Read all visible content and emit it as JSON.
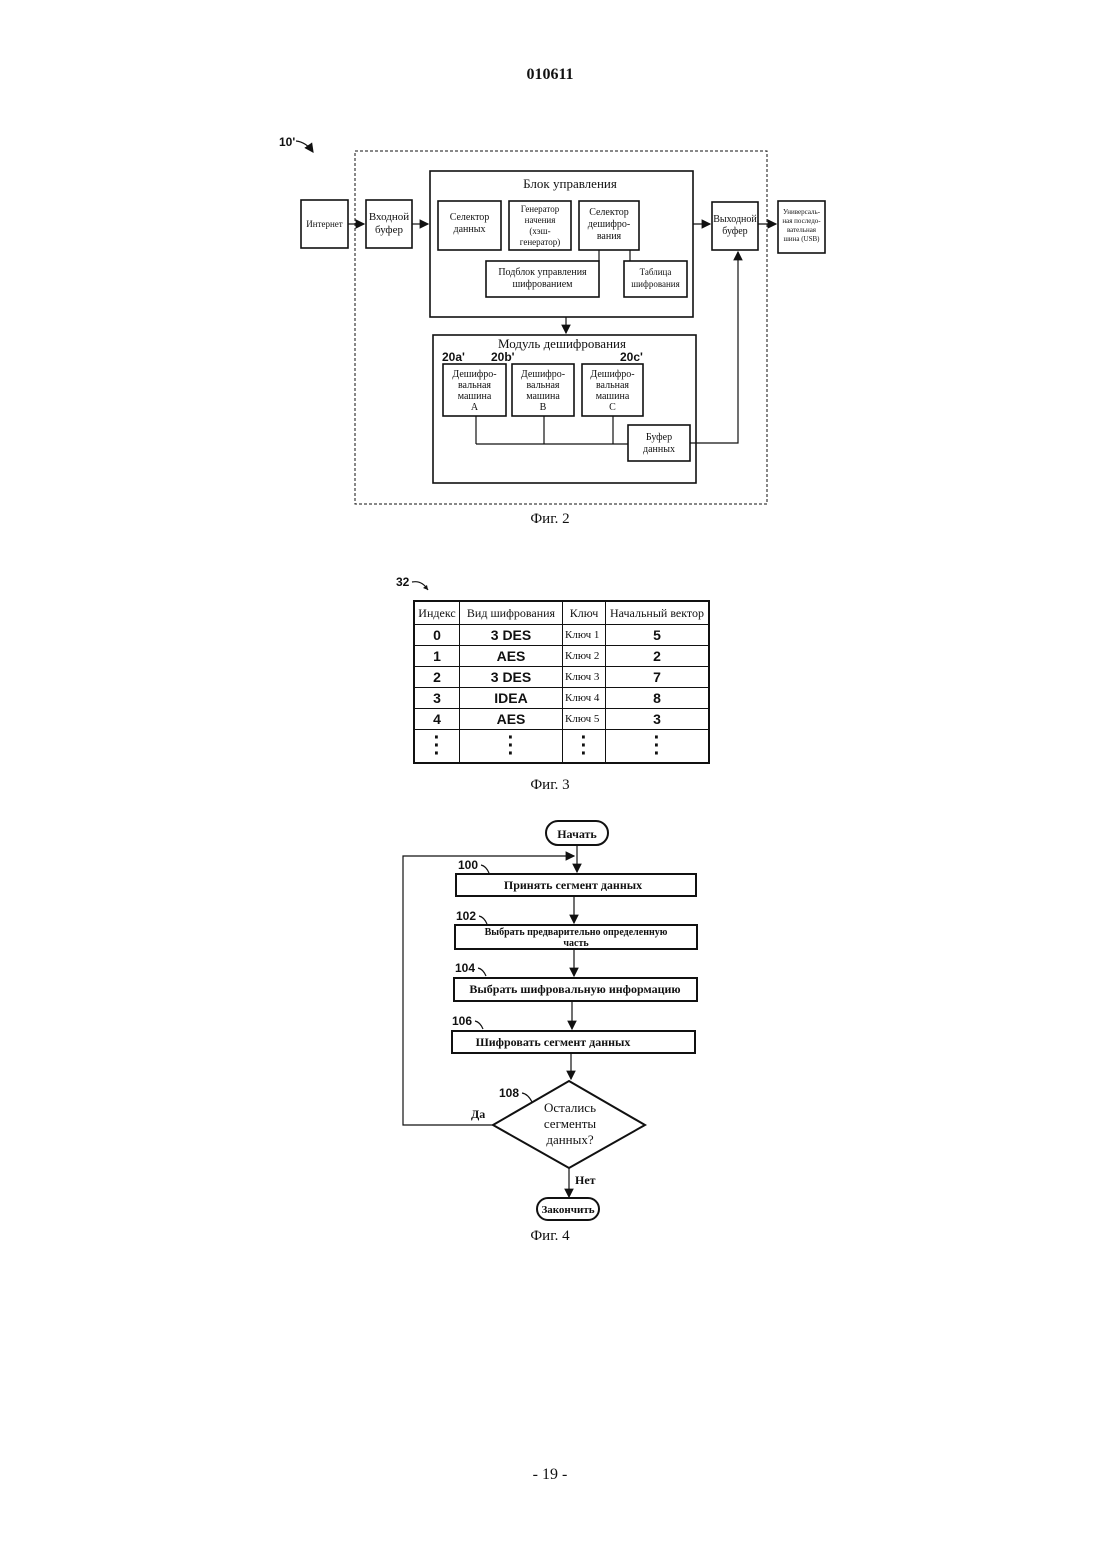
{
  "header": {
    "doc_number": "010611"
  },
  "fig2": {
    "ref_label": "10'",
    "internet": "Интернет",
    "input_buffer": [
      "Входной",
      "буфер"
    ],
    "control_block_title": "Блок управления",
    "data_selector": [
      "Селектор",
      "данных"
    ],
    "seed_generator": [
      "Генератор",
      "начения",
      "(хэш-",
      "генератор)"
    ],
    "decrypt_selector": [
      "Селектор",
      "дешифро-",
      "вания"
    ],
    "cipher_control": [
      "Подблок управления",
      "шифрованием"
    ],
    "cipher_table": [
      "Таблица",
      "шифрования"
    ],
    "output_buffer": [
      "Выходной",
      "буфер"
    ],
    "usb": [
      "Универсаль-",
      "ная последо-",
      "вательная",
      "шина (USB)"
    ],
    "decrypt_module_title": "Модуль дешифрования",
    "engines": [
      {
        "ref": "20a'",
        "lines": [
          "Дешифро-",
          "вальная",
          "машина",
          "A"
        ]
      },
      {
        "ref": "20b'",
        "lines": [
          "Дешифро-",
          "вальная",
          "машина",
          "B"
        ]
      },
      {
        "ref": "20c'",
        "lines": [
          "Дешифро-",
          "вальная",
          "машина",
          "C"
        ]
      }
    ],
    "data_buffer": [
      "Буфер",
      "данных"
    ],
    "caption": "Фиг. 2"
  },
  "fig3": {
    "ref_label": "32",
    "columns": [
      "Индекс",
      "Вид шифрования",
      "Ключ",
      "Начальный вектор"
    ],
    "rows": [
      [
        "0",
        "3 DES",
        "Ключ 1",
        "5"
      ],
      [
        "1",
        "AES",
        "Ключ 2",
        "2"
      ],
      [
        "2",
        "3 DES",
        "Ключ 3",
        "7"
      ],
      [
        "3",
        "IDEA",
        "Ключ 4",
        "8"
      ],
      [
        "4",
        "AES",
        "Ключ 5",
        "3"
      ]
    ],
    "caption": "Фиг. 3"
  },
  "fig4": {
    "start": "Начать",
    "steps": [
      {
        "ref": "100",
        "lines": [
          "Принять сегмент данных"
        ]
      },
      {
        "ref": "102",
        "lines": [
          "Выбрать предварительно определенную",
          "часть"
        ]
      },
      {
        "ref": "104",
        "lines": [
          "Выбрать шифровальную информацию"
        ]
      },
      {
        "ref": "106",
        "lines": [
          "Шифровать сегмент данных"
        ]
      }
    ],
    "decision": {
      "ref": "108",
      "lines": [
        "Остались",
        "сегменты",
        "данных?"
      ]
    },
    "yes": "Да",
    "no": "Нет",
    "end": "Закончить",
    "caption": "Фиг. 4"
  },
  "footer": {
    "page_number": "- 19 -"
  }
}
